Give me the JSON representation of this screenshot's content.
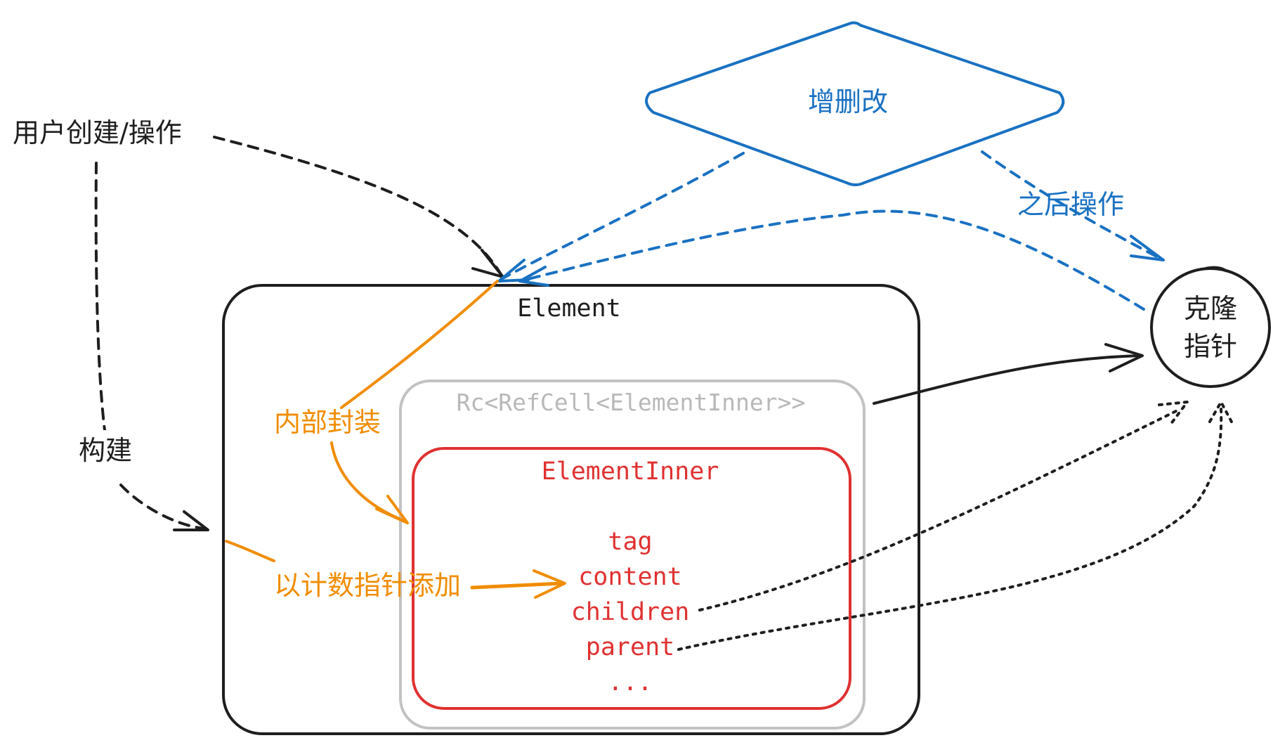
{
  "labels": {
    "user_create": "用户创建/操作",
    "build": "构建",
    "crud": "增删改",
    "after_op": "之后操作",
    "clone_pointer_line1": "克隆",
    "clone_pointer_line2": "指针",
    "element": "Element",
    "rc_refcell": "Rc<RefCell<ElementInner>>",
    "inner_wrap": "内部封装",
    "add_refcount": "以计数指针添加",
    "element_inner": "ElementInner"
  },
  "element_inner_fields": [
    "tag",
    "content",
    "children",
    "parent",
    "..."
  ],
  "colors": {
    "black": "#1e1e1e",
    "blue": "#1971c2",
    "orange": "#f08c00",
    "red": "#e03131",
    "gray": "#b8b8b8"
  },
  "icons": {
    "arrowheads": "open-chevron-arrowhead"
  }
}
